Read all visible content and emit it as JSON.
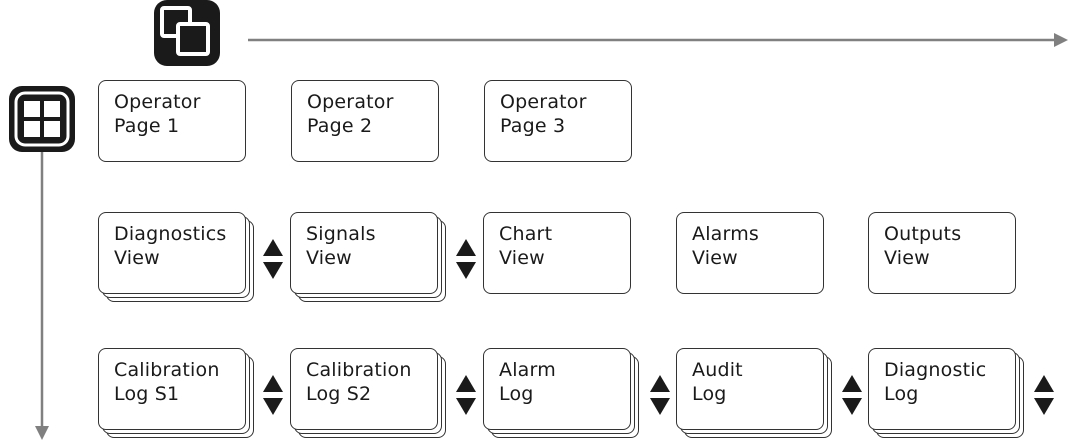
{
  "keys": {
    "right": "window-switch-icon",
    "down": "grid-view-icon"
  },
  "colors": {
    "arrow": "#808080",
    "key_background": "#1a1a1a",
    "box_border": "#333333",
    "scroll_arrows": "#1a1a1a"
  },
  "rows": {
    "operator": [
      {
        "line1": "Operator",
        "line2": "Page 1"
      },
      {
        "line1": "Operator",
        "line2": "Page 2"
      },
      {
        "line1": "Operator",
        "line2": "Page 3"
      }
    ],
    "views": [
      {
        "line1": "Diagnostics",
        "line2": "View"
      },
      {
        "line1": "Signals",
        "line2": "View"
      },
      {
        "line1": "Chart",
        "line2": "View"
      },
      {
        "line1": "Alarms",
        "line2": "View"
      },
      {
        "line1": "Outputs",
        "line2": "View"
      }
    ],
    "logs": [
      {
        "line1": "Calibration",
        "line2": "Log S1"
      },
      {
        "line1": "Calibration",
        "line2": "Log S2"
      },
      {
        "line1": "Alarm",
        "line2": "Log"
      },
      {
        "line1": "Audit",
        "line2": "Log"
      },
      {
        "line1": "Diagnostic",
        "line2": "Log"
      }
    ]
  }
}
